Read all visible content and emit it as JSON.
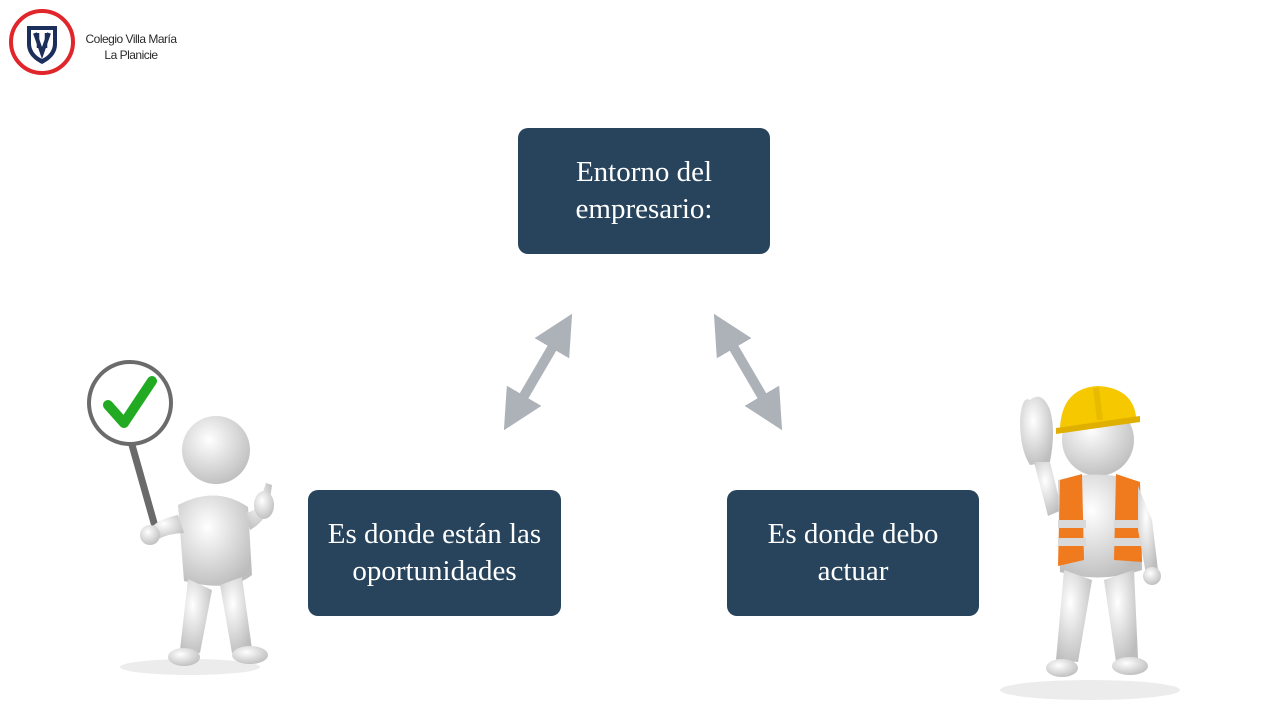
{
  "header": {
    "school_line1": "Colegio  Villa María",
    "school_line2": "La Planicie"
  },
  "diagram": {
    "top_box": "Entorno del empresario:",
    "left_box": "Es donde están las oportunidades",
    "right_box": "Es donde debo actuar"
  },
  "colors": {
    "box_fill": "#27445c",
    "arrow_fill": "#adb1b8",
    "logo_ring": "#e0262b",
    "logo_navy": "#1b2f5c",
    "check_green": "#22aa22",
    "helmet_yellow": "#f6c800",
    "vest_orange": "#f07a1e"
  },
  "icons": [
    "school-logo-icon",
    "approval-figure-icon",
    "worker-figure-icon"
  ]
}
